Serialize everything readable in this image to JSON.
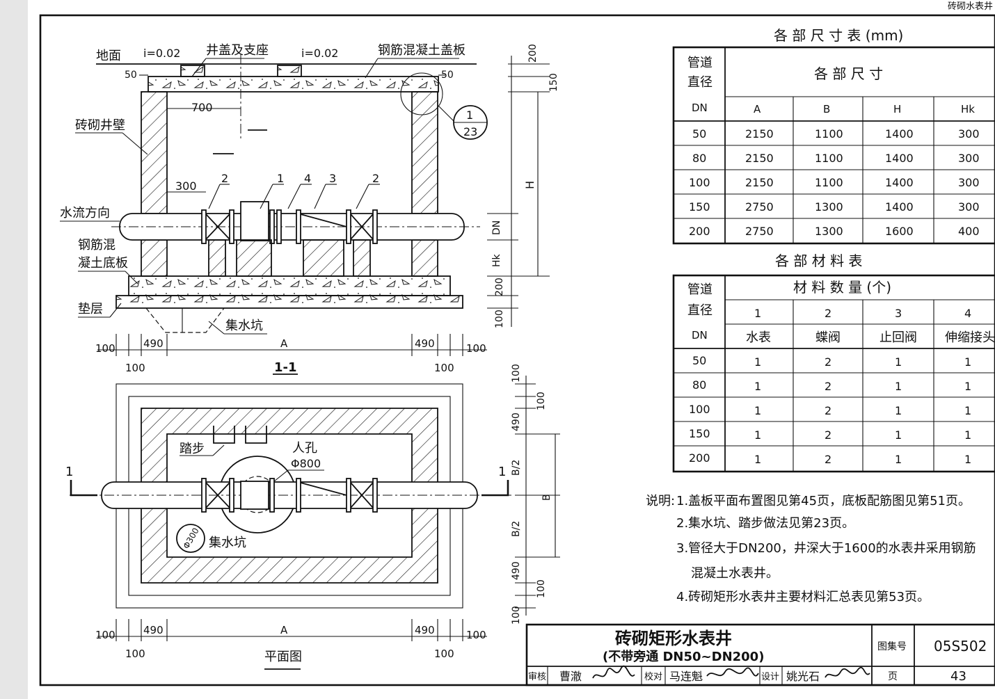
{
  "header": {
    "corner_label": "砖砌水表井"
  },
  "section": {
    "title": "1-1",
    "labels": {
      "ground": "地面",
      "slope_left": "i=0.02",
      "slope_right": "i=0.02",
      "cover": "井盖及支座",
      "slab": "钢筋混凝土盖板",
      "wall": "砖砌井壁",
      "flow": "水流方向",
      "base_line1": "钢筋混",
      "base_line2": "凝土底板",
      "cushion": "垫层",
      "sump": "集水坑"
    },
    "dims": {
      "d50_left": "50",
      "d50_right": "50",
      "d700": "700",
      "d300": "300",
      "v200_top": "200",
      "v150": "150",
      "vH": "H",
      "vDN": "DN",
      "vHk": "Hk",
      "v200_base": "200",
      "v100_cushion": "100",
      "bottom_100a": "100",
      "bottom_490a": "490",
      "bottom_100b": "100",
      "bottom_A": "A",
      "bottom_490b": "490",
      "bottom_100c": "100",
      "bottom_100d": "100"
    },
    "callouts": [
      "1",
      "2",
      "2",
      "3",
      "4"
    ],
    "detail_ref": {
      "num": "1",
      "page": "23"
    }
  },
  "plan": {
    "title": "平面图",
    "labels": {
      "step": "踏步",
      "manhole": "人孔",
      "manhole_dia": "Φ800",
      "sump": "集水坑",
      "sump_dia": "Φ300",
      "cut_left": "1",
      "cut_right": "1"
    },
    "dims": {
      "v100a": "100",
      "v100b": "100",
      "v490a": "490",
      "vB2a": "B/2",
      "vB": "B",
      "vB2b": "B/2",
      "v490b": "490",
      "v100c": "100",
      "v100d": "100",
      "bottom_100a": "100",
      "bottom_490a": "490",
      "bottom_100b": "100",
      "bottom_A": "A",
      "bottom_490b": "490",
      "bottom_100c": "100",
      "bottom_100d": "100"
    }
  },
  "dim_table": {
    "title": "各 部 尺 寸 表 (mm)",
    "head_dn_line1": "管道",
    "head_dn_line2": "直径",
    "head_dn_line3": "DN",
    "group_header": "各 部 尺 寸",
    "columns": [
      "A",
      "B",
      "H",
      "Hk"
    ],
    "rows": [
      [
        "50",
        "2150",
        "1100",
        "1400",
        "300"
      ],
      [
        "80",
        "2150",
        "1100",
        "1400",
        "300"
      ],
      [
        "100",
        "2150",
        "1100",
        "1400",
        "300"
      ],
      [
        "150",
        "2750",
        "1300",
        "1400",
        "300"
      ],
      [
        "200",
        "2750",
        "1300",
        "1600",
        "400"
      ]
    ]
  },
  "mat_table": {
    "title": "各 部 材 料 表",
    "head_dn_line1": "管道",
    "head_dn_line2": "直径",
    "head_dn_line3": "DN",
    "group_header": "材 料 数 量 (个)",
    "numbers": [
      "1",
      "2",
      "3",
      "4"
    ],
    "names": [
      "水表",
      "蝶阀",
      "止回阀",
      "伸缩接头"
    ],
    "rows": [
      [
        "50",
        "1",
        "2",
        "1",
        "1"
      ],
      [
        "80",
        "1",
        "2",
        "1",
        "1"
      ],
      [
        "100",
        "1",
        "2",
        "1",
        "1"
      ],
      [
        "150",
        "1",
        "2",
        "1",
        "1"
      ],
      [
        "200",
        "1",
        "2",
        "1",
        "1"
      ]
    ]
  },
  "notes": {
    "prefix": "说明:",
    "items": [
      "1.盖板平面布置图见第45页，底板配筋图见第51页。",
      "2.集水坑、踏步做法见第23页。",
      "3.管径大于DN200，井深大于1600的水表井采用钢筋",
      "混凝土水表井。",
      "4.砖砌矩形水表井主要材料汇总表见第53页。"
    ]
  },
  "title_block": {
    "main_title": "砖砌矩形水表井",
    "sub_title": "(不带旁通 DN50~DN200)",
    "atlas_label": "图集号",
    "atlas_no": "05S502",
    "page_label": "页",
    "page_no": "43",
    "review_label": "审核",
    "reviewer": "曹澈",
    "check_label": "校对",
    "checker": "马连魁",
    "design_label": "设计",
    "designer": "姚光石"
  }
}
